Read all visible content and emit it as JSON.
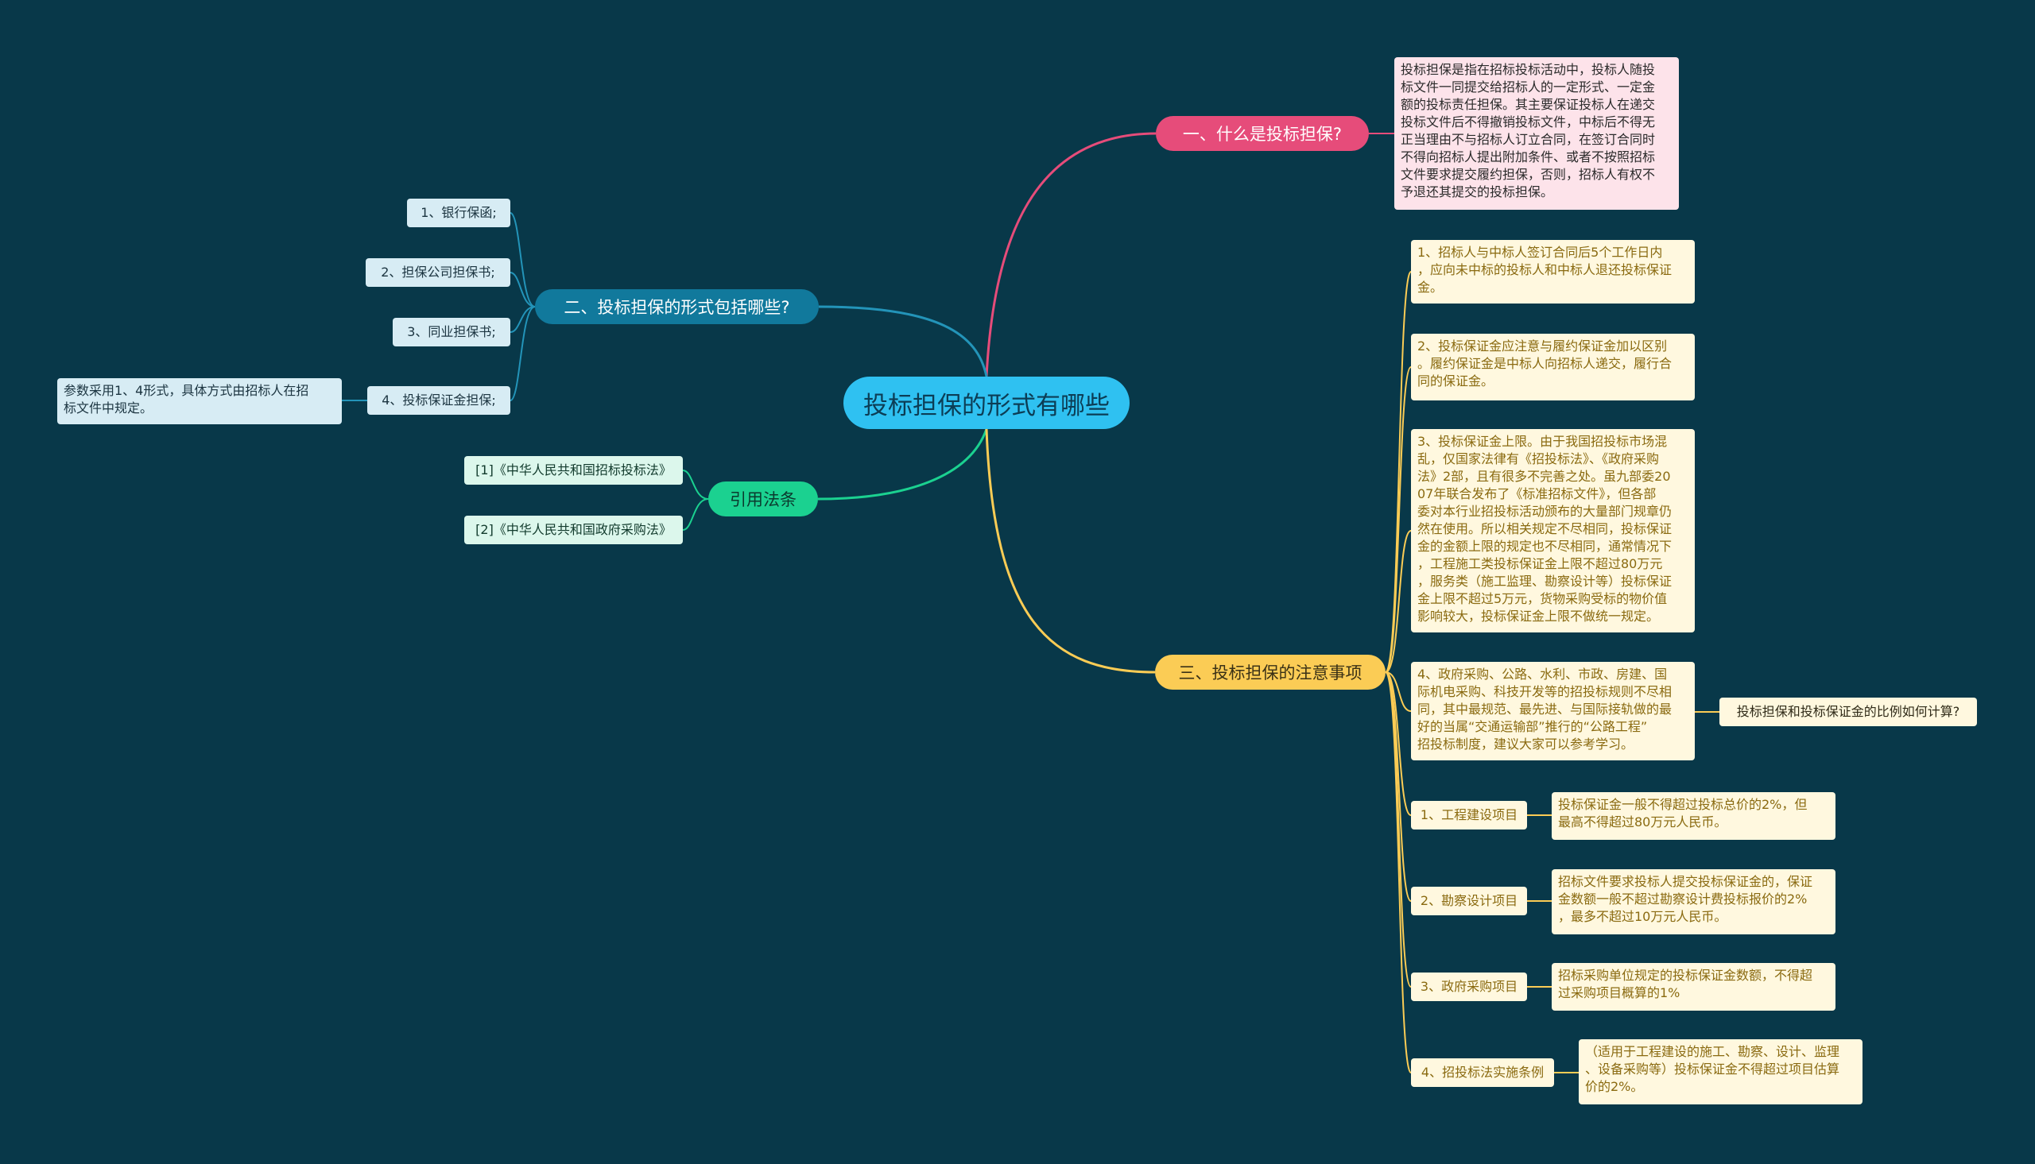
{
  "root": "投标担保的形式有哪些",
  "branches": {
    "q1": {
      "label": "一、什么是投标担保?",
      "note": "投标担保是指在招标投标活动中，投标人随投\n标文件一同提交给招标人的一定形式、一定金\n额的投标责任担保。其主要保证投标人在递交\n投标文件后不得撤销投标文件，中标后不得无\n正当理由不与招标人订立合同，在签订合同时\n不得向招标人提出附加条件、或者不按照招标\n文件要求提交履约担保，否则，招标人有权不\n予退还其提交的投标担保。"
    },
    "q2": {
      "label": "二、投标担保的形式包括哪些?",
      "forms": [
        "1、银行保函;",
        "2、担保公司担保书;",
        "3、同业担保书;",
        "4、投标保证金担保;"
      ],
      "form4_note": "参数采用1、4形式，具体方式由招标人在招\n标文件中规定。"
    },
    "law": {
      "label": "引用法条",
      "items": [
        "[1]《中华人民共和国招标投标法》",
        "[2]《中华人民共和国政府采购法》"
      ]
    },
    "q3": {
      "label": "三、投标担保的注意事项",
      "points": [
        "1、招标人与中标人签订合同后5个工作日内\n，应向未中标的投标人和中标人退还投标保证\n金。",
        "2、投标保证金应注意与履约保证金加以区别\n。履约保证金是中标人向招标人递交，履行合\n同的保证金。",
        "3、投标保证金上限。由于我国招投标市场混\n乱，仅国家法律有《招投标法》、《政府采购\n法》2部，且有很多不完善之处。虽九部委20\n07年联合发布了《标准招标文件》，但各部\n委对本行业招投标活动颁布的大量部门规章仍\n然在使用。所以相关规定不尽相同，投标保证\n金的金额上限的规定也不尽相同，通常情况下\n，工程施工类投标保证金上限不超过80万元\n，服务类（施工监理、勘察设计等）投标保证\n金上限不超过5万元，货物采购受标的物价值\n影响较大，投标保证金上限不做统一规定。",
        "4、政府采购、公路、水利、市政、房建、国\n际机电采购、科技开发等的招投标规则不尽相\n同，其中最规范、最先进、与国际接轨做的最\n好的当属“交通运输部”推行的“公路工程”\n招投标制度，建议大家可以参考学习。"
      ],
      "point4_note": "投标担保和投标保证金的比例如何计算?",
      "sub": [
        {
          "label": "1、工程建设项目",
          "note": "投标保证金一般不得超过投标总价的2%，但\n最高不得超过80万元人民币。"
        },
        {
          "label": "2、勘察设计项目",
          "note": "招标文件要求投标人提交投标保证金的，保证\n金数额一般不超过勘察设计费投标报价的2%\n，最多不超过10万元人民币。"
        },
        {
          "label": "3、政府采购项目",
          "note": "招标采购单位规定的投标保证金数额，不得超\n过采购项目概算的1%"
        },
        {
          "label": "4、招投标法实施条例",
          "note": "（适用于工程建设的施工、勘察、设计、监理\n、设备采购等）投标保证金不得超过项目估算\n价的2%。"
        }
      ]
    }
  },
  "colors": {
    "background": "#083849",
    "root": "#2fc1f1",
    "q1": "#e64c7a",
    "q2": "#11799c",
    "q3": "#fbcc55",
    "law": "#1bd190"
  }
}
